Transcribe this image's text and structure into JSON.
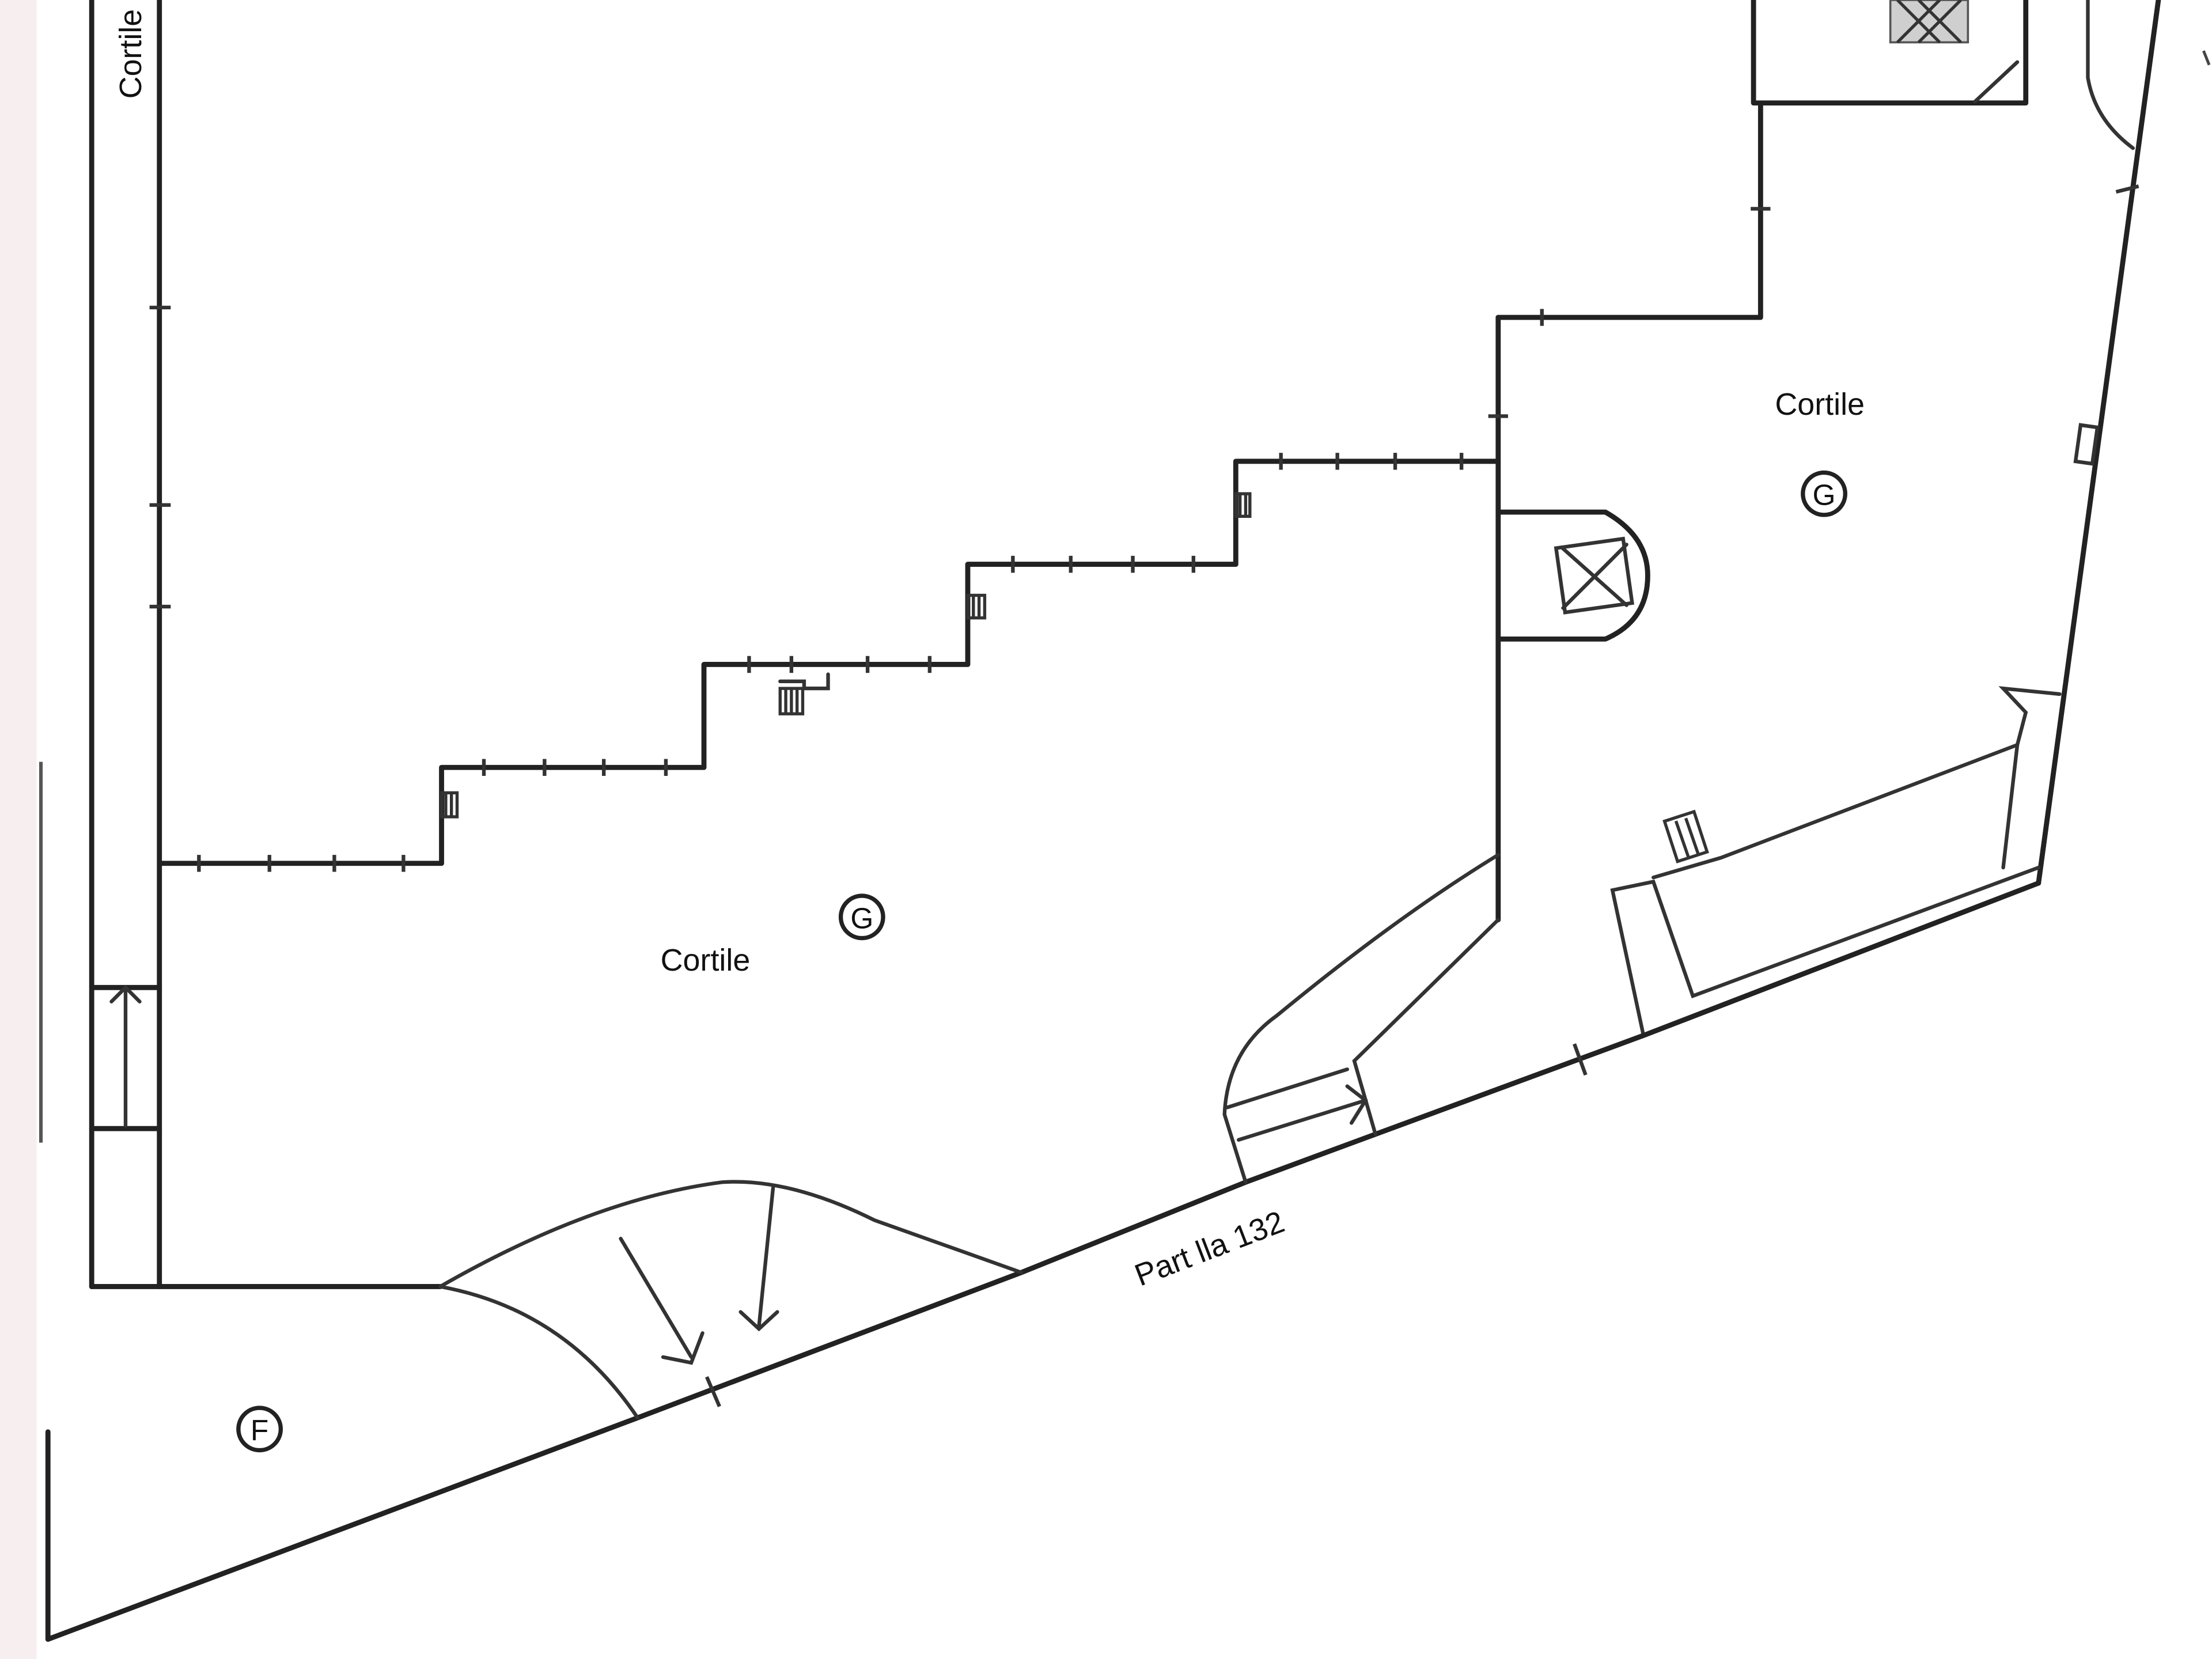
{
  "labels": {
    "cortile_left_strip": "Cortile",
    "cortile_main": "Cortile",
    "cortile_right": "Cortile",
    "particella": "Part lla 132"
  },
  "markers": {
    "g_main": "G",
    "g_right": "G",
    "f_left": "F"
  },
  "colors": {
    "line": "#222222",
    "background": "#ffffff",
    "edge_tint": "#f3e4e8"
  }
}
